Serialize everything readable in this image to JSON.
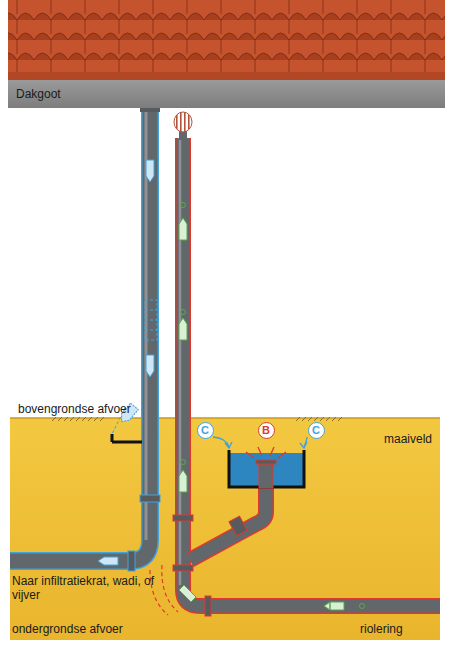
{
  "diagram": {
    "nodes": [
      {
        "text": [
          "Dakgoot"
        ]
      },
      {
        "text": [
          "C"
        ]
      },
      {
        "text": [
          "B"
        ]
      },
      {
        "text": [
          "C"
        ]
      }
    ],
    "labels": [
      "bovengrondse afvoer",
      "maaiveld",
      "Naar infiltratiekrat, wadi, of vijver",
      "ondergrondse afvoer",
      "riolering"
    ]
  }
}
